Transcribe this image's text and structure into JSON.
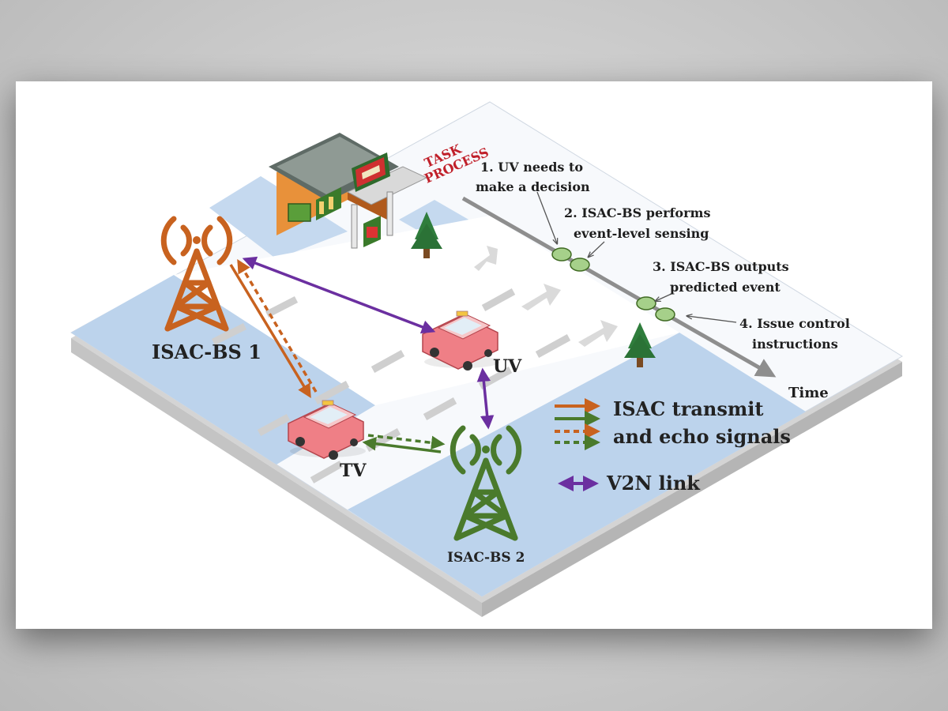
{
  "labels": {
    "bs1": "ISAC-BS 1",
    "bs2": "ISAC-BS 2",
    "uv": "UV",
    "tv": "TV",
    "task_line1": "TASK",
    "task_line2": "PROCESS",
    "time": "Time"
  },
  "steps": [
    {
      "line1": "1. UV needs to",
      "line2": "make a decision"
    },
    {
      "line1": "2. ISAC-BS performs",
      "line2": "event-level sensing"
    },
    {
      "line1": "3. ISAC-BS outputs",
      "line2": "predicted event"
    },
    {
      "line1": "4. Issue control",
      "line2": "instructions"
    }
  ],
  "legend": {
    "isac_line1": "ISAC transmit",
    "isac_line2": "and echo signals",
    "v2n": "V2N link"
  },
  "colors": {
    "orange": "#c8621f",
    "green": "#4a7a2c",
    "purple": "#6b2fa0",
    "blue_ground": "#bcd3ec",
    "task_red": "#c0202a"
  }
}
